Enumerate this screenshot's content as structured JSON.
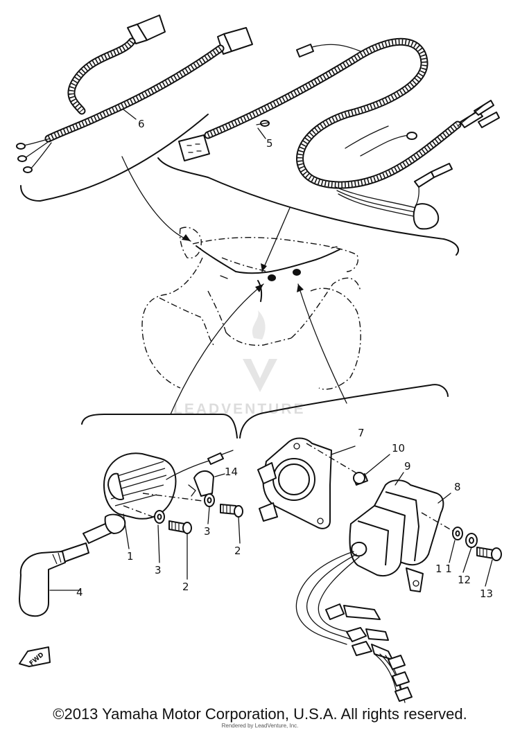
{
  "callouts": {
    "c1": "1",
    "c2a": "2",
    "c2b": "2",
    "c3a": "3",
    "c3b": "3",
    "c4": "4",
    "c5": "5",
    "c6": "6",
    "c7": "7",
    "c8": "8",
    "c9": "9",
    "c10": "10",
    "c11": "1 1",
    "c12": "12",
    "c13": "13",
    "c14": "14"
  },
  "watermark": "LEADVENTURE",
  "fwd_badge": "FWD",
  "footer": {
    "copyright": "©2013 Yamaha Motor Corporation, U.S.A. All rights reserved.",
    "rendered_by": "Rendered by LeadVenture, Inc."
  }
}
